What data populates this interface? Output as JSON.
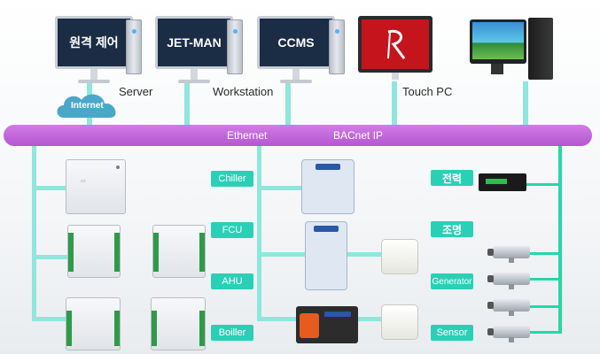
{
  "monitors": {
    "m1": "원격 제어",
    "m2": "JET-MAN",
    "m3": "CCMS"
  },
  "labels": {
    "server": "Server",
    "workstation": "Workstation",
    "touch_pc": "Touch PC",
    "internet": "Internet"
  },
  "bus": {
    "left": "Ethernet",
    "right": "BACnet IP"
  },
  "tags": {
    "chiller": "Chiller",
    "fcu": "FCU",
    "ahu": "AHU",
    "boiler": "Boiller",
    "power": "전력",
    "lighting": "조명",
    "generator": "Generator",
    "sensor": "Sensor"
  },
  "colors": {
    "bus": "#c46be0",
    "cable": "#8fe6dc",
    "field_cable": "#26d7a8",
    "tag": "#2ad0b6",
    "monitor_screen": "#1b2c45",
    "cloud": "#4aa7c9"
  },
  "icons": [
    "cloud-icon",
    "desktop-tower-icon",
    "touch-panel-logo-icon",
    "controller-icon",
    "power-meter-icon",
    "camera-icon",
    "sensor-box-icon"
  ]
}
